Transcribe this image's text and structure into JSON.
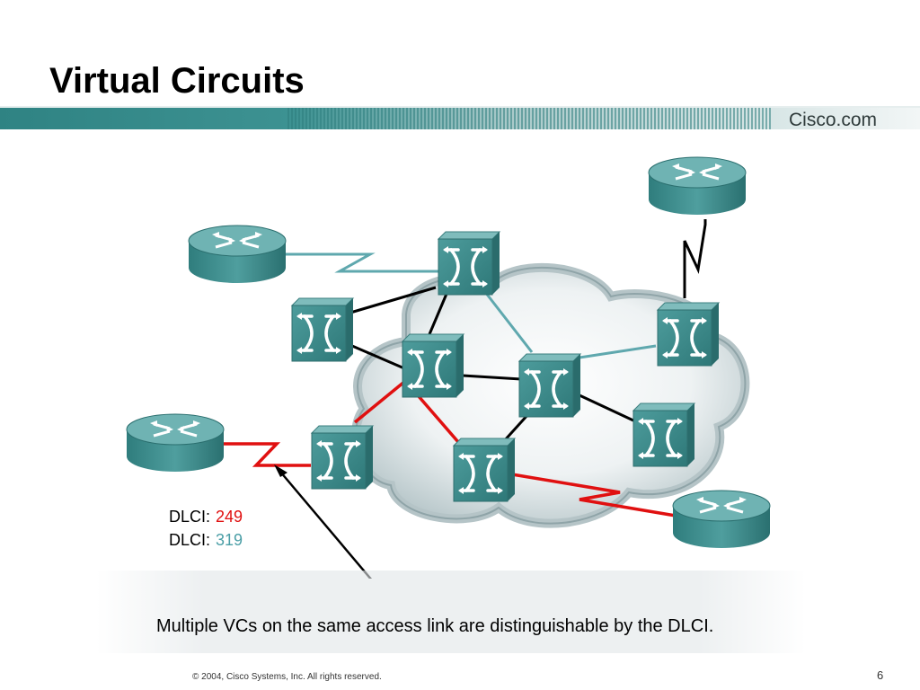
{
  "title": "Virtual Circuits",
  "brand": "Cisco.com",
  "dlci": [
    {
      "label": "DLCI:",
      "value": "249",
      "color": "#e01010"
    },
    {
      "label": "DLCI:",
      "value": "319",
      "color": "#4a9ea6"
    }
  ],
  "caption": "Multiple VCs on the same access link are distinguishable by the DLCI.",
  "footer": {
    "copyright": "© 2004, Cisco Systems, Inc. All rights reserved.",
    "page_number": "6"
  },
  "colors": {
    "teal": "#3f8e8e",
    "red_link": "#e01010",
    "teal_link": "#5fa8ae",
    "banner": "#3c8c8c"
  }
}
